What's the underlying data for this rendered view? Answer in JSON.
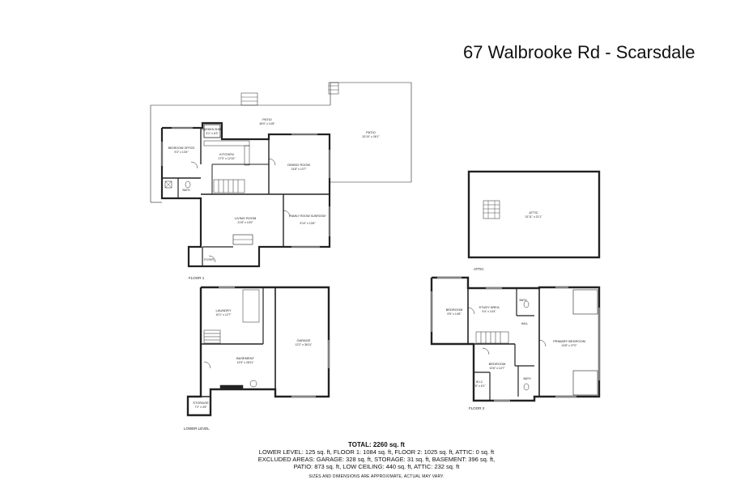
{
  "title": "67 Walbrooke Rd - Scarsdale",
  "floors": {
    "floor1": "FLOOR 1",
    "lower": "LOWER LEVEL",
    "attic": "ATTIC",
    "floor2": "FLOOR 2"
  },
  "rooms": {
    "patio_left": {
      "name": "PATIO",
      "dims": "45'0\" x 14'8\""
    },
    "patio_right": {
      "name": "PATIO",
      "dims": "20'10\" x 26'1\""
    },
    "garden_shed": {
      "name": "GARDEN SHED",
      "dims": "3'1\" x 6'3\""
    },
    "bedroom_office": {
      "name": "BEDROOM/ OFFICE",
      "dims": "9'2\" x 13'4\""
    },
    "kitchen": {
      "name": "KITCHEN",
      "dims": "17'0\" x 12'10\""
    },
    "dining_room": {
      "name": "DINING ROOM",
      "dims": "14'8\" x 13'7\""
    },
    "bath_f1": {
      "name": "BATH"
    },
    "living_room": {
      "name": "LIVING ROOM",
      "dims": "21'8\" x 13'0\""
    },
    "family_room": {
      "name": "FAMILY ROOM/ SUNROOM",
      "dims": "9'10\" x 13'6\""
    },
    "foyer": {
      "name": "FOYER"
    },
    "attic": {
      "name": "ATTIC",
      "dims": "31'11\" x 21'1\""
    },
    "laundry": {
      "name": "LAUNDRY",
      "dims": "10'1\" x 12'7\""
    },
    "basement": {
      "name": "BASEMENT",
      "dims": "19'3\" x 28'11\""
    },
    "garage": {
      "name": "GARAGE",
      "dims": "12'2\" x 36'11\""
    },
    "storage": {
      "name": "STORAGE",
      "dims": "7'2\" x 4'6\""
    },
    "bedroom_a": {
      "name": "BEDROOM",
      "dims": "9'5\" x 14'6\""
    },
    "study_area": {
      "name": "STUDY AREA",
      "dims": "9'4\" x 10'4\""
    },
    "bath_f2_top": {
      "name": "BATH"
    },
    "hall": {
      "name": "HALL"
    },
    "primary_bedroom": {
      "name": "PRIMARY BEDROOM",
      "dims": "14'8\" x 27'0\""
    },
    "bedroom_b": {
      "name": "BEDROOM",
      "dims": "10'6\" x 14'7\""
    },
    "wic": {
      "name": "W.I.C",
      "dims": "4'5\" x 6'1\""
    },
    "bath_f2_bottom": {
      "name": "BATH"
    }
  },
  "summary": {
    "total": "TOTAL: 2260 sq. ft",
    "line1": "LOWER LEVEL: 125 sq. ft, FLOOR 1: 1084 sq. ft, FLOOR 2: 1025 sq. ft, ATTIC: 0 sq. ft",
    "line2": "EXCLUDED AREAS: GARAGE: 328 sq. ft, STORAGE: 31 sq. ft, BASEMENT: 396 sq. ft,",
    "line3": "PATIO: 873 sq. ft, LOW CEILING: 440 sq. ft, ATTIC: 232 sq. ft",
    "note": "SIZES AND DIMENSIONS ARE APPROXIMATE, ACTUAL MAY VARY."
  }
}
